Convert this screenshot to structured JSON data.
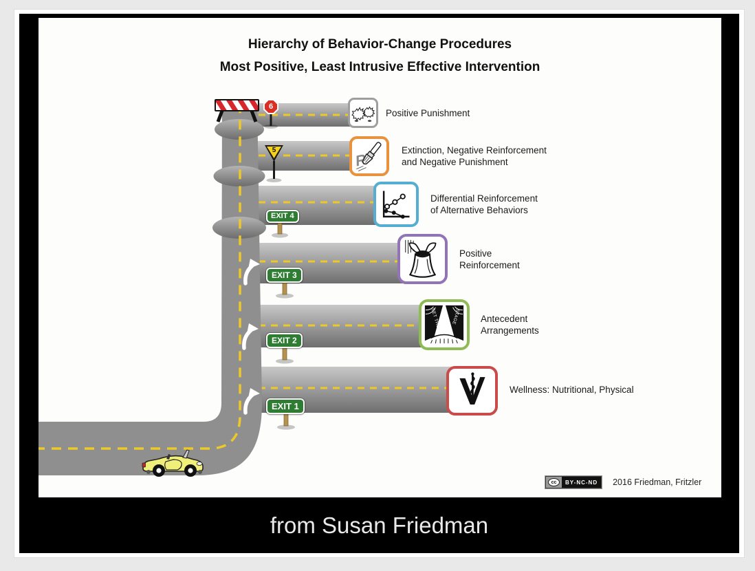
{
  "title": {
    "line1": "Hierarchy of Behavior-Change Procedures",
    "line2": "Most Positive, Least Intrusive Effective Intervention"
  },
  "levels": [
    {
      "name": "positive-punishment",
      "sign_label": "6",
      "sign_type": "stop-sign",
      "box_border": "#9e9e9e",
      "label": "Positive Punishment",
      "icon": "fighting-animals-icon"
    },
    {
      "name": "extinction-negative-reinforcement",
      "sign_label": "5",
      "sign_type": "warning-sign",
      "box_border": "#e8923d",
      "label": "Extinction, Negative Reinforcement\nand Negative Punishment",
      "icon": "eraser-brush-icon",
      "icon_letter": "R"
    },
    {
      "name": "differential-reinforcement",
      "sign_label": "EXIT 4",
      "sign_type": "exit-sign",
      "box_border": "#55aed2",
      "label": "Differential Reinforcement\nof Alternative Behaviors",
      "icon": "line-graph-icon"
    },
    {
      "name": "positive-reinforcement",
      "sign_label": "EXIT 3",
      "sign_type": "exit-sign",
      "box_border": "#9273b5",
      "label": "Positive\nReinforcement",
      "icon": "treat-bag-icon"
    },
    {
      "name": "antecedent-arrangements",
      "sign_label": "EXIT 2",
      "sign_type": "exit-sign",
      "box_border": "#8fbb55",
      "label": "Antecedent\nArrangements",
      "icon": "stage-curtains-icon",
      "icon_text_left": "SET THE",
      "icon_text_right": "STAGE"
    },
    {
      "name": "wellness",
      "sign_label": "EXIT 1",
      "sign_type": "exit-sign",
      "box_border": "#c94b4a",
      "label": "Wellness: Nutritional, Physical",
      "icon": "veterinary-icon"
    }
  ],
  "license": {
    "cc_mark": "cc",
    "terms": "BY-NC-ND",
    "attribution": "2016 Friedman, Fritzler"
  },
  "caption": "from Susan Friedman",
  "colors": {
    "road_gray": "#8f8f8f",
    "lane_dash_yellow": "#ecc928",
    "exit_sign_green": "#2e7d32",
    "stop_sign_red": "#d93025",
    "warning_sign_yellow": "#f7d117",
    "car_yellow": "#efef7a"
  }
}
